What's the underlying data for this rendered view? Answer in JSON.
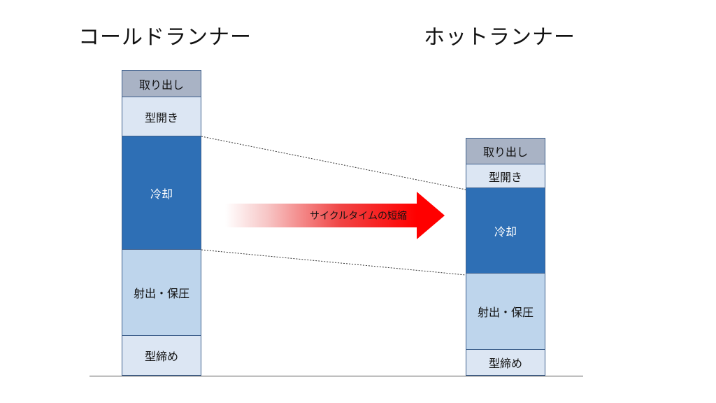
{
  "titles": {
    "cold": "コールドランナー",
    "hot": "ホットランナー"
  },
  "cold_stack": {
    "remove": "取り出し",
    "open": "型開き",
    "cool": "冷却",
    "inject": "射出・保圧",
    "clamp": "型締め"
  },
  "hot_stack": {
    "remove": "取り出し",
    "open": "型開き",
    "cool": "冷却",
    "inject": "射出・保圧",
    "clamp": "型締め"
  },
  "arrow": {
    "label": "サイクルタイムの短縮"
  },
  "colors": {
    "remove": "#a9b3c5",
    "open": "#dce6f3",
    "cool": "#2e6fb5",
    "inject": "#bed5ec",
    "clamp": "#dce6f3",
    "arrow": "#ff0000"
  }
}
